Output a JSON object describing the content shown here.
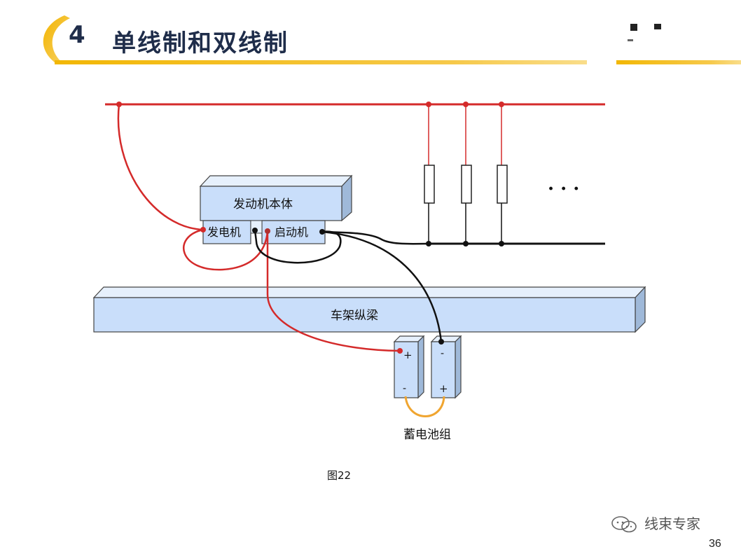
{
  "slide": {
    "section_number": "4",
    "title": "单线制和双线制",
    "page_number": "36"
  },
  "diagram": {
    "engine_block_label": "发动机本体",
    "generator_label": "发电机",
    "starter_label": "启动机",
    "frame_rail_label": "车架纵梁",
    "battery_group_label": "蓄电池组",
    "battery_left_top_sign": "+",
    "battery_left_bottom_sign": "-",
    "battery_right_top_sign": "-",
    "battery_right_bottom_sign": "+",
    "ellipsis": "· · ·",
    "figure_caption": "图22",
    "colors": {
      "positive_wire": "#d42a2a",
      "negative_wire": "#111111",
      "battery_link": "#f0a530",
      "box_fill": "#c9defa",
      "box_stroke": "#444444"
    }
  },
  "watermark": {
    "icon": "wechat-icon",
    "text": "线束专家"
  }
}
